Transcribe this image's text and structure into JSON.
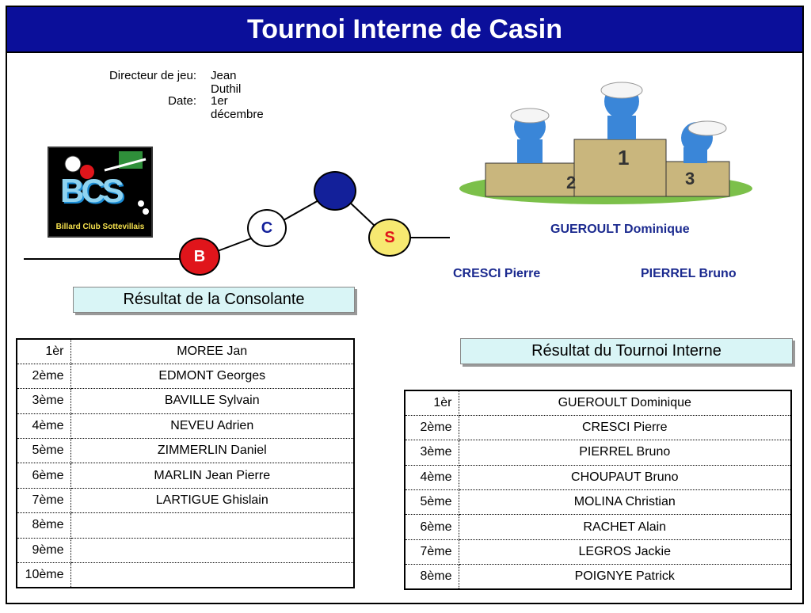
{
  "title": "Tournoi Interne de Casin",
  "meta": {
    "director_label": "Directeur de jeu:",
    "director_value": "Jean Duthil",
    "date_label": "Date:",
    "date_value": "1er décembre"
  },
  "logo": {
    "monogram": "BCS",
    "brand": "Billard Club Sottevillais"
  },
  "balls": {
    "b": "B",
    "c": "C",
    "s": "S"
  },
  "colors": {
    "title_bar": "#0b0f9a",
    "podium_names": "#1b2a8f",
    "section_bg": "#d9f5f6",
    "ball_b": "#e0151b",
    "ball_c": "#ffffff",
    "ball_blue": "#13209a",
    "ball_s": "#f7e971"
  },
  "podium": {
    "first": "GUEROULT Dominique",
    "second": "CRESCI Pierre",
    "third": "PIERREL Bruno"
  },
  "consolante": {
    "title": "Résultat de la Consolante",
    "rows": [
      {
        "rank": "1èr",
        "name": "MOREE Jan"
      },
      {
        "rank": "2ème",
        "name": "EDMONT Georges"
      },
      {
        "rank": "3ème",
        "name": "BAVILLE Sylvain"
      },
      {
        "rank": "4ème",
        "name": "NEVEU Adrien"
      },
      {
        "rank": "5ème",
        "name": "ZIMMERLIN Daniel"
      },
      {
        "rank": "6ème",
        "name": "MARLIN Jean Pierre"
      },
      {
        "rank": "7ème",
        "name": "LARTIGUE Ghislain"
      },
      {
        "rank": "8ème",
        "name": ""
      },
      {
        "rank": "9ème",
        "name": ""
      },
      {
        "rank": "10ème",
        "name": ""
      }
    ]
  },
  "tournoi": {
    "title": "Résultat du Tournoi Interne",
    "rows": [
      {
        "rank": "1èr",
        "name": "GUEROULT Dominique"
      },
      {
        "rank": "2ème",
        "name": "CRESCI Pierre"
      },
      {
        "rank": "3ème",
        "name": "PIERREL Bruno"
      },
      {
        "rank": "4ème",
        "name": "CHOUPAUT Bruno"
      },
      {
        "rank": "5ème",
        "name": "MOLINA Christian"
      },
      {
        "rank": "6ème",
        "name": "RACHET Alain"
      },
      {
        "rank": "7ème",
        "name": "LEGROS Jackie"
      },
      {
        "rank": "8ème",
        "name": "POIGNYE Patrick"
      }
    ]
  }
}
